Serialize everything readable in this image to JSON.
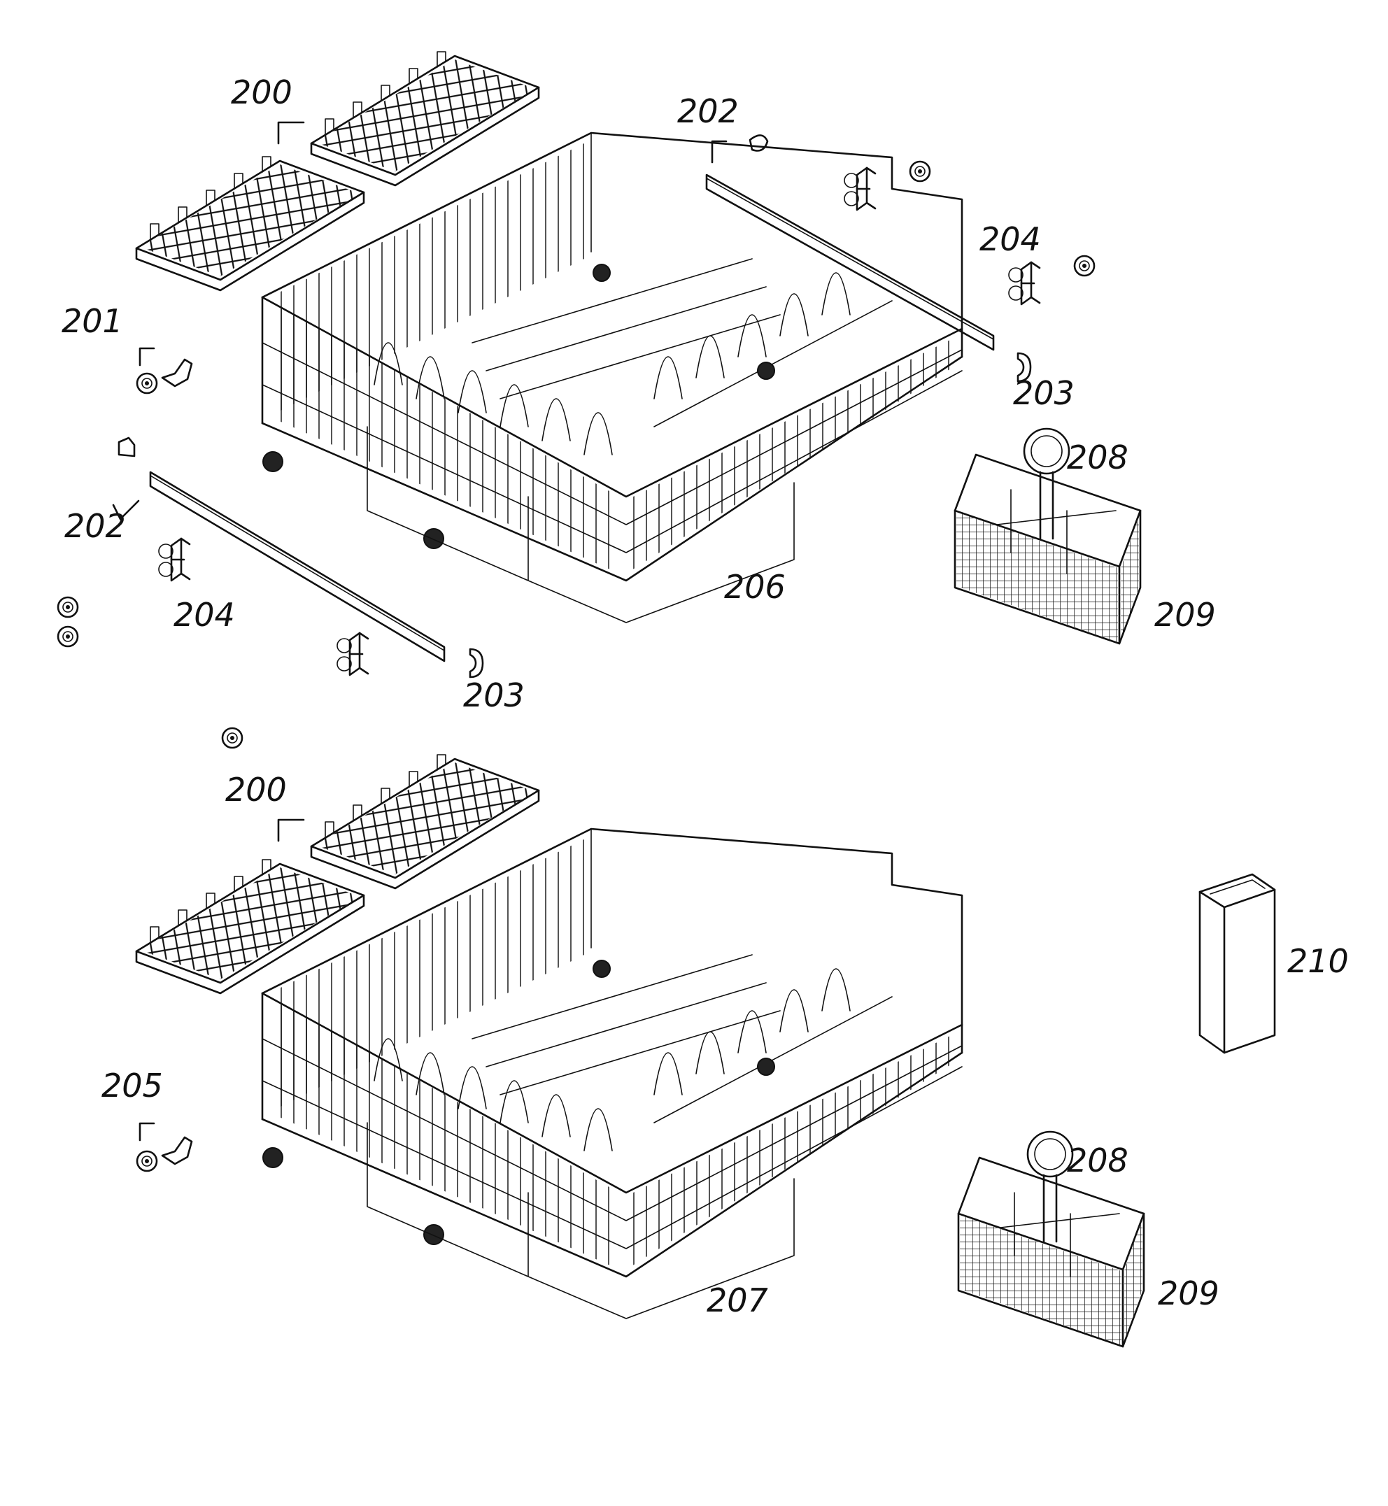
{
  "labels": {
    "l200a": "200",
    "l201": "201",
    "l202a": "202",
    "l202b": "202",
    "l203a": "203",
    "l203b": "203",
    "l204a": "204",
    "l204b": "204",
    "l206": "206",
    "l208a": "208",
    "l209a": "209",
    "l200b": "200",
    "l205": "205",
    "l207": "207",
    "l208b": "208",
    "l209b": "209",
    "l210": "210"
  }
}
